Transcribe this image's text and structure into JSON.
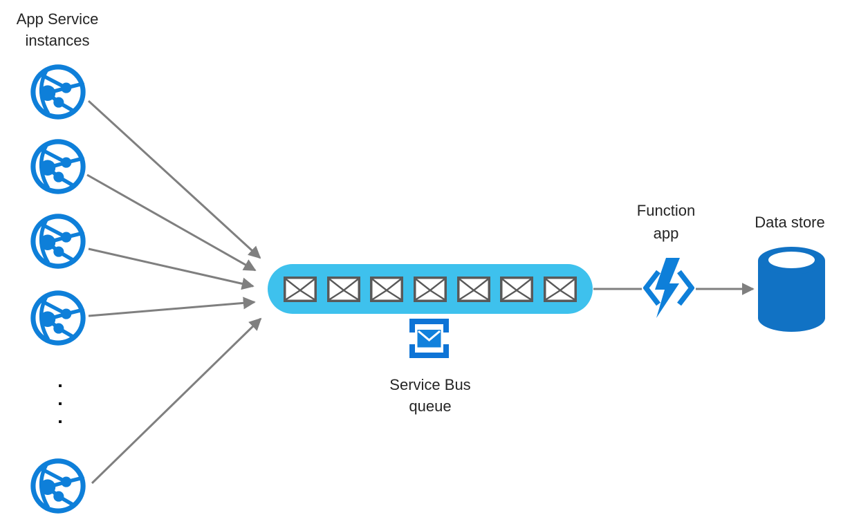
{
  "colors": {
    "azure_blue": "#0E7FD9",
    "queue_pill_cyan": "#3EC1ED",
    "envelope_border_gray": "#595959",
    "arrow_gray": "#7F7F7F",
    "datastore_blue": "#1172C4",
    "queue_icon_blue": "#0E74D6",
    "text": "#252525"
  },
  "app_service": {
    "label": "App Service instances",
    "visible_instance_count": 5,
    "ellipsis_dot_count": 3
  },
  "service_bus": {
    "label": "Service Bus queue",
    "message_count": 7
  },
  "function_app": {
    "label": "Function app"
  },
  "data_store": {
    "label": "Data store"
  },
  "edges": [
    {
      "from": "app-service-instance-1",
      "to": "service-bus-queue",
      "arrowhead": true
    },
    {
      "from": "app-service-instance-2",
      "to": "service-bus-queue",
      "arrowhead": true
    },
    {
      "from": "app-service-instance-3",
      "to": "service-bus-queue",
      "arrowhead": true
    },
    {
      "from": "app-service-instance-4",
      "to": "service-bus-queue",
      "arrowhead": true
    },
    {
      "from": "app-service-instance-5",
      "to": "service-bus-queue",
      "arrowhead": true
    },
    {
      "from": "service-bus-queue",
      "to": "function-app",
      "arrowhead": false
    },
    {
      "from": "function-app",
      "to": "data-store",
      "arrowhead": true
    }
  ]
}
